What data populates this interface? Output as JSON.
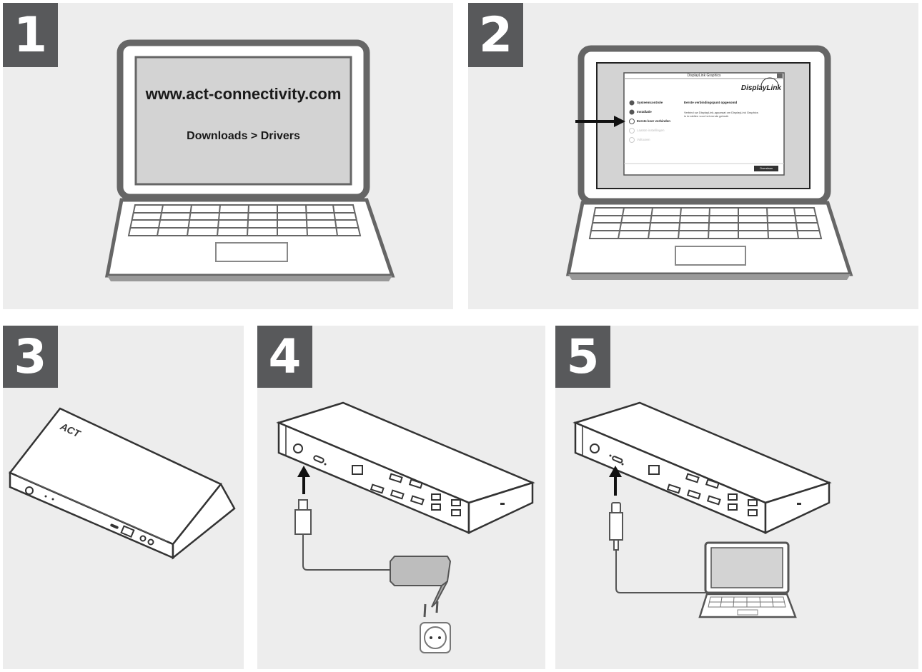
{
  "steps": [
    {
      "number": "1"
    },
    {
      "number": "2"
    },
    {
      "number": "3"
    },
    {
      "number": "4"
    },
    {
      "number": "5"
    }
  ],
  "step1": {
    "url": "www.act-connectivity.com",
    "path": "Downloads > Drivers"
  },
  "step2": {
    "window_title": "DisplayLink Graphics",
    "logo_text": "DisplayLink",
    "steps": [
      "Systeemcontrole",
      "Installatie",
      "Eerste keer verbinden",
      "Laatste instellingen",
      "Voltooien"
    ],
    "status_title": "Eerste verbindingspunt opgesomd",
    "status_line1": "Verbind uw DisplayLink-apparaat om DisplayLink Graphics",
    "status_line2": "in te stellen voor het eerste gebruik",
    "button_label": "Overslaan"
  },
  "step3": {
    "brand": "ACT"
  },
  "colors": {
    "panel_bg": "#ededed",
    "badge_bg": "#58595b",
    "outline": "#555555",
    "screen_gray": "#d3d3d3"
  }
}
